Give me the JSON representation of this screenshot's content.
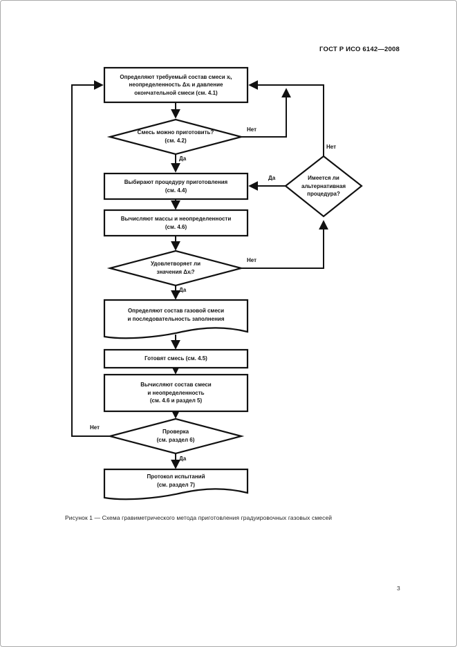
{
  "page": {
    "header": "ГОСТ Р ИСО 6142—2008",
    "caption": "Рисунок 1 — Схема гравиметрического метода приготовления градуировочных газовых смесей",
    "page_number": "3"
  },
  "labels": {
    "yes": "Да",
    "no": "Нет"
  },
  "nodes": {
    "define": "Определяют требуемый состав смеси xᵢ,\nнеопределенность Δxᵢ и давление\nокончательной смеси (см. 4.1)",
    "can_prepare": "Смесь можно приготовить?\n(см. 4.2)",
    "alternative": "Имеется ли\nальтернативная\nпроцедура?",
    "select_procedure": "Выбирают процедуру приготовления\n(см. 4.4)",
    "calc_masses": "Вычисляют массы и неопределенности\n(см. 4.6)",
    "delta_ok": "Удовлетворяет ли\nзначения Δxᵢ?",
    "determine_composition": "Определяют состав газовой смеси\nи последовательность заполнения",
    "prepare": "Готовят смесь (см. 4.5)",
    "calc_composition": "Вычисляют состав смеси\nи неопределенность\n(см. 4.6 и раздел 5)",
    "verify": "Проверка\n(см. раздел 6)",
    "report": "Протокол испытаний\n(см. раздел 7)"
  }
}
